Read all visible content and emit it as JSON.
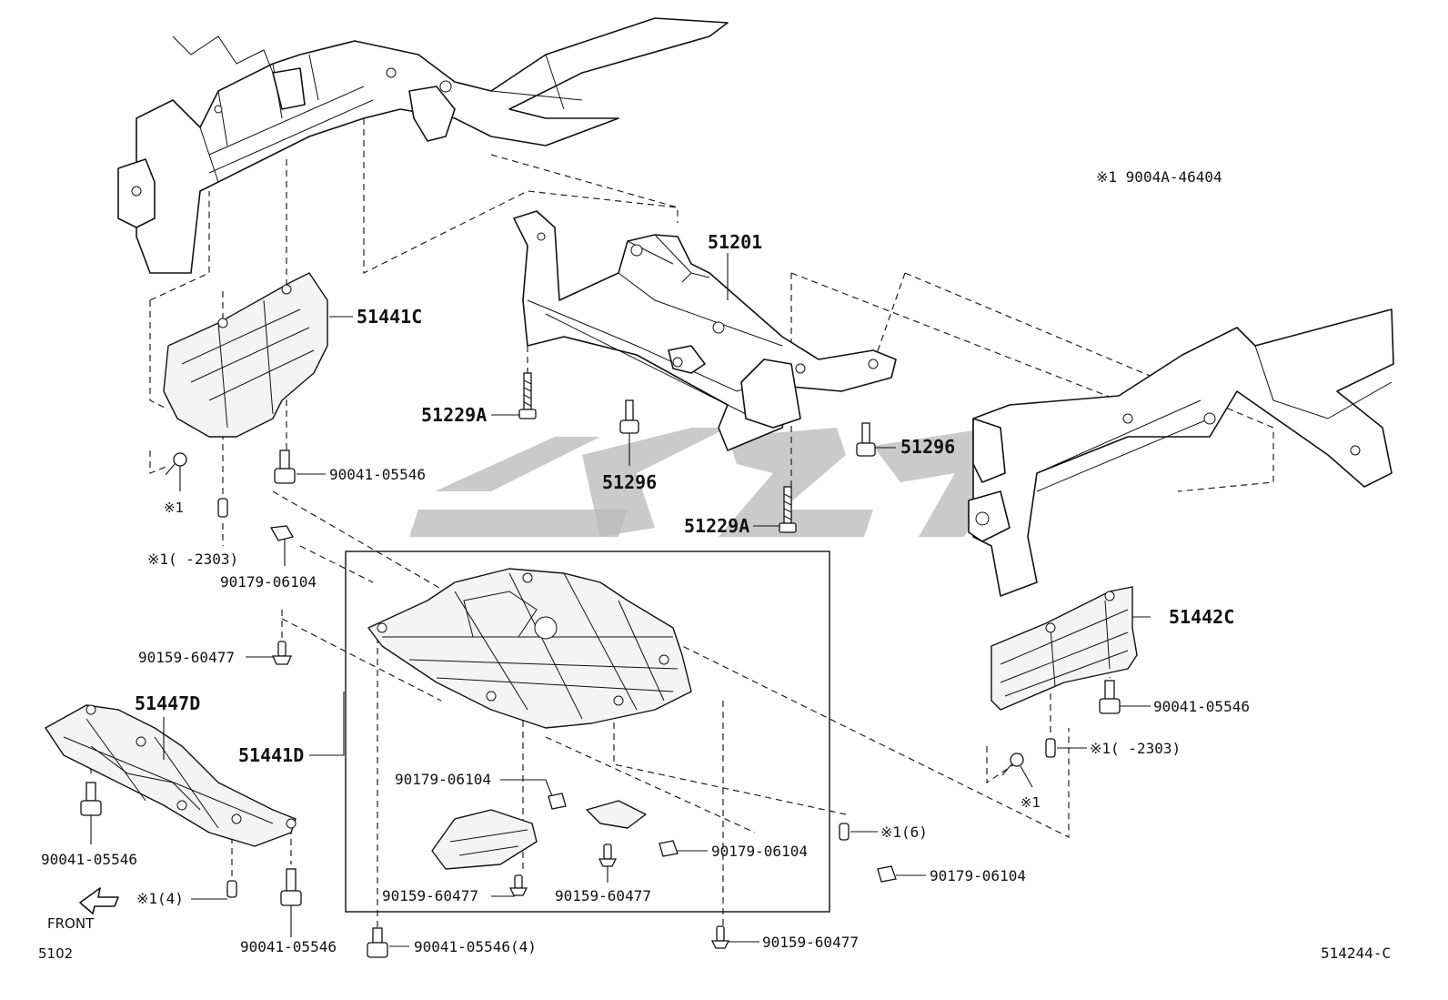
{
  "note": "※1 9004A-46404",
  "diagram_code": "514244-C",
  "page_code": "5102",
  "front_label": "FRONT",
  "parts": {
    "crossmember": "51201",
    "cover_left": "51441C",
    "cover_right": "51442C",
    "cover_center": "51441D",
    "cover_front": "51447D",
    "bolt_51229a_top": "51229A",
    "bolt_51229a_bottom": "51229A",
    "bolt_51296_left": "51296",
    "bolt_51296_right": "51296"
  },
  "fasteners": {
    "f_90041_left": "90041-05546",
    "f_mark1_left": "※1",
    "f_mark1_2303_left": "※1(    -2303)",
    "f_90179_left": "90179-06104",
    "f_90159_left": "90159-60477",
    "f_90041_front_left": "90041-05546",
    "f_mark1_4": "※1(4)",
    "f_90041_front_bottom": "90041-05546",
    "f_90179_center_top": "90179-06104",
    "f_90159_center_left": "90159-60477",
    "f_90159_center_mid": "90159-60477",
    "f_90179_center_right": "90179-06104",
    "f_90041_4": "90041-05546(4)",
    "f_90159_bottom": "90159-60477",
    "f_mark1_6": "※1(6)",
    "f_90179_right": "90179-06104",
    "f_90041_right": "90041-05546",
    "f_mark1_2303_right": "※1(    -2303)",
    "f_mark1_right": "※1"
  }
}
